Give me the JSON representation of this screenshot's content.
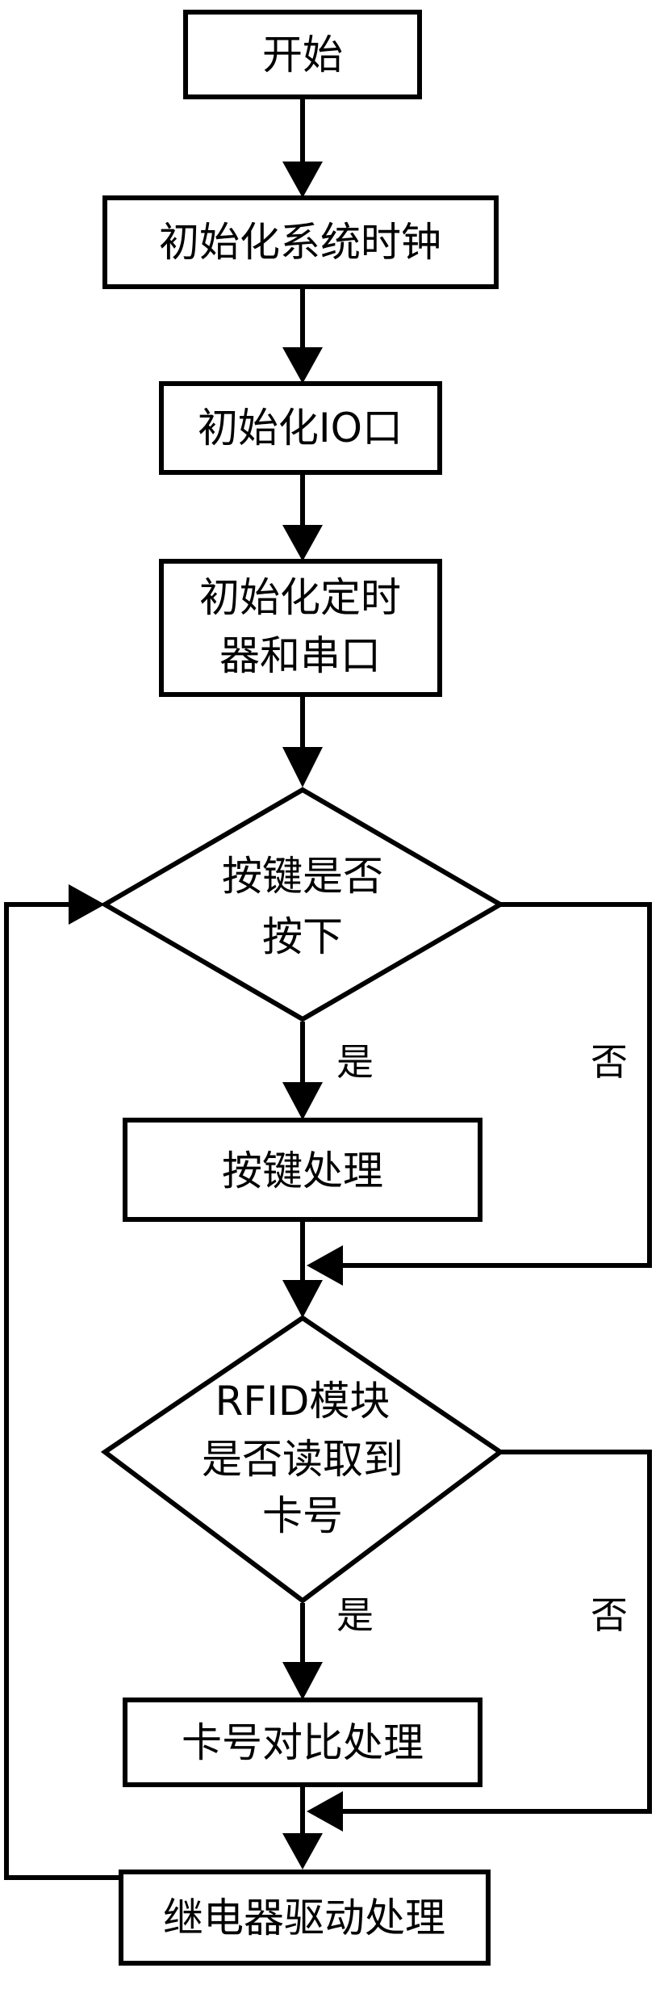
{
  "nodes": {
    "start": "开始",
    "init_clock": "初始化系统时钟",
    "init_io": "初始化IO口",
    "init_timer_line1": "初始化定时",
    "init_timer_line2": "器和串口",
    "key_check_line1": "按键是否",
    "key_check_line2": "按下",
    "key_process": "按键处理",
    "rfid_check_line1": "RFID模块",
    "rfid_check_line2": "是否读取到",
    "rfid_check_line3": "卡号",
    "card_compare": "卡号对比处理",
    "relay_drive": "继电器驱动处理"
  },
  "edge_labels": {
    "key_yes": "是",
    "key_no": "否",
    "rfid_yes": "是",
    "rfid_no": "否"
  }
}
